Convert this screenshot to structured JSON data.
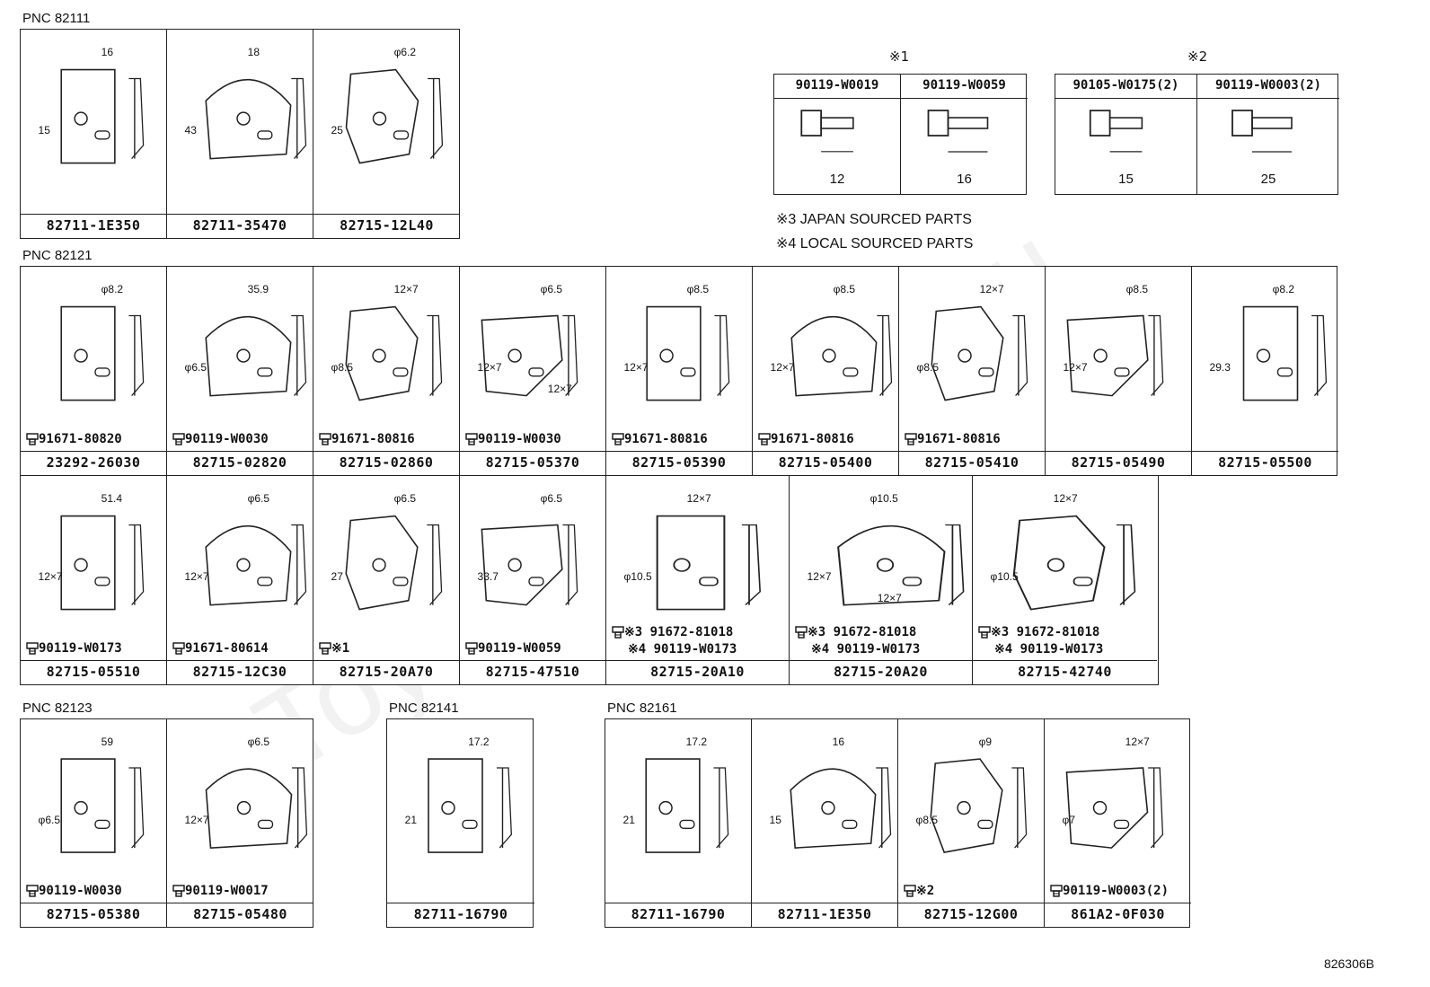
{
  "pnc": {
    "p1": "PNC 82111",
    "p2": "PNC 82121",
    "p3": "PNC 82123",
    "p4": "PNC 82141",
    "p5": "PNC 82161"
  },
  "g1": [
    {
      "pn": "82711-1E350",
      "dims": [
        "16",
        "15"
      ]
    },
    {
      "pn": "82711-35470",
      "dims": [
        "18",
        "43"
      ]
    },
    {
      "pn": "82715-12L40",
      "dims": [
        "φ6.2",
        "25"
      ]
    }
  ],
  "g2": [
    {
      "pn": "23292-26030",
      "fast": "91671-80820",
      "dims": [
        "φ8.2"
      ]
    },
    {
      "pn": "82715-02820",
      "fast": "90119-W0030",
      "dims": [
        "35.9",
        "φ6.5"
      ]
    },
    {
      "pn": "82715-02860",
      "fast": "91671-80816",
      "dims": [
        "12×7",
        "φ8.5"
      ]
    },
    {
      "pn": "82715-05370",
      "fast": "90119-W0030",
      "dims": [
        "φ6.5",
        "12×7",
        "12×7"
      ]
    },
    {
      "pn": "82715-05390",
      "fast": "91671-80816",
      "dims": [
        "φ8.5",
        "12×7"
      ]
    },
    {
      "pn": "82715-05400",
      "fast": "91671-80816",
      "dims": [
        "φ8.5",
        "12×7"
      ]
    },
    {
      "pn": "82715-05410",
      "fast": "91671-80816",
      "dims": [
        "12×7",
        "φ8.5"
      ]
    },
    {
      "pn": "82715-05490",
      "fast": "",
      "dims": [
        "φ8.5",
        "12×7"
      ]
    },
    {
      "pn": "82715-05500",
      "fast": "",
      "dims": [
        "φ8.2",
        "29.3"
      ]
    }
  ],
  "g3": [
    {
      "pn": "82715-05510",
      "fast": "90119-W0173",
      "dims": [
        "51.4",
        "12×7"
      ]
    },
    {
      "pn": "82715-12C30",
      "fast": "91671-80614",
      "dims": [
        "φ6.5",
        "12×7"
      ]
    },
    {
      "pn": "82715-20A70",
      "fast": "※1",
      "dims": [
        "φ6.5",
        "27"
      ]
    },
    {
      "pn": "82715-47510",
      "fast": "90119-W0059",
      "dims": [
        "φ6.5",
        "33.7"
      ]
    },
    {
      "pn": "82715-20A10",
      "fast": "※3 91672-81018",
      "fast2": "※4 90119-W0173",
      "dims": [
        "12×7",
        "φ10.5"
      ]
    },
    {
      "pn": "82715-20A20",
      "fast": "※3 91672-81018",
      "fast2": "※4 90119-W0173",
      "dims": [
        "φ10.5",
        "12×7",
        "12×7"
      ]
    },
    {
      "pn": "82715-42740",
      "fast": "※3 91672-81018",
      "fast2": "※4 90119-W0173",
      "dims": [
        "12×7",
        "φ10.5"
      ]
    }
  ],
  "g4": [
    {
      "pn": "82715-05380",
      "fast": "90119-W0030",
      "dims": [
        "59",
        "φ6.5"
      ]
    },
    {
      "pn": "82715-05480",
      "fast": "90119-W0017",
      "dims": [
        "φ6.5",
        "12×7"
      ]
    }
  ],
  "g5": [
    {
      "pn": "82711-16790",
      "dims": [
        "17.2",
        "21"
      ]
    }
  ],
  "g6": [
    {
      "pn": "82711-16790",
      "dims": [
        "17.2",
        "21"
      ]
    },
    {
      "pn": "82711-1E350",
      "dims": [
        "16",
        "15"
      ]
    },
    {
      "pn": "82715-12G00",
      "fast": "※2",
      "dims": [
        "φ9",
        "φ8.5"
      ]
    },
    {
      "pn": "861A2-0F030",
      "fast": "90119-W0003(2)",
      "dims": [
        "12×7",
        "φ7"
      ]
    }
  ],
  "bolts1": {
    "mark": "※1",
    "items": [
      {
        "pn": "90119-W0019",
        "len": "12"
      },
      {
        "pn": "90119-W0059",
        "len": "16"
      }
    ]
  },
  "bolts2": {
    "mark": "※2",
    "items": [
      {
        "pn": "90105-W0175(2)",
        "len": "15"
      },
      {
        "pn": "90119-W0003(2)",
        "len": "25"
      }
    ]
  },
  "notes": [
    "※3 JAPAN SOURCED PARTS",
    "※4 LOCAL SOURCED PARTS"
  ],
  "ref": "826306B",
  "watermark": "ToyotaCarMine.ru"
}
